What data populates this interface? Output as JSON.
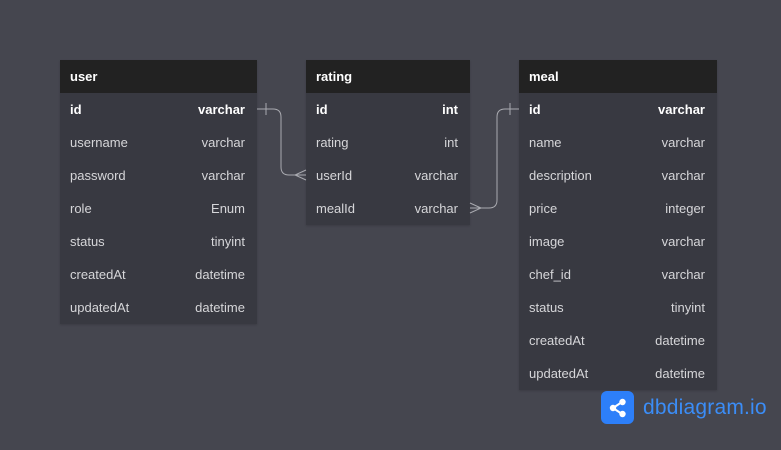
{
  "tables": {
    "user": {
      "name": "user",
      "columns": [
        {
          "name": "id",
          "type": "varchar"
        },
        {
          "name": "username",
          "type": "varchar"
        },
        {
          "name": "password",
          "type": "varchar"
        },
        {
          "name": "role",
          "type": "Enum"
        },
        {
          "name": "status",
          "type": "tinyint"
        },
        {
          "name": "createdAt",
          "type": "datetime"
        },
        {
          "name": "updatedAt",
          "type": "datetime"
        }
      ]
    },
    "rating": {
      "name": "rating",
      "columns": [
        {
          "name": "id",
          "type": "int"
        },
        {
          "name": "rating",
          "type": "int"
        },
        {
          "name": "userId",
          "type": "varchar"
        },
        {
          "name": "mealId",
          "type": "varchar"
        }
      ]
    },
    "meal": {
      "name": "meal",
      "columns": [
        {
          "name": "id",
          "type": "varchar"
        },
        {
          "name": "name",
          "type": "varchar"
        },
        {
          "name": "description",
          "type": "varchar"
        },
        {
          "name": "price",
          "type": "integer"
        },
        {
          "name": "image",
          "type": "varchar"
        },
        {
          "name": "chef_id",
          "type": "varchar"
        },
        {
          "name": "status",
          "type": "tinyint"
        },
        {
          "name": "createdAt",
          "type": "datetime"
        },
        {
          "name": "updatedAt",
          "type": "datetime"
        }
      ]
    }
  },
  "relationships": [
    {
      "from": "user.id",
      "to": "rating.userId",
      "type": "one-to-many"
    },
    {
      "from": "meal.id",
      "to": "rating.mealId",
      "type": "one-to-many"
    }
  ],
  "brand": {
    "name": "dbdiagram.io",
    "logo_icon": "share-nodes-icon"
  },
  "colors": {
    "canvas": "#45464f",
    "table_header": "#222222",
    "table_body": "#383941",
    "connector": "#a9aab0",
    "brand_blue": "#2d7ff9"
  }
}
